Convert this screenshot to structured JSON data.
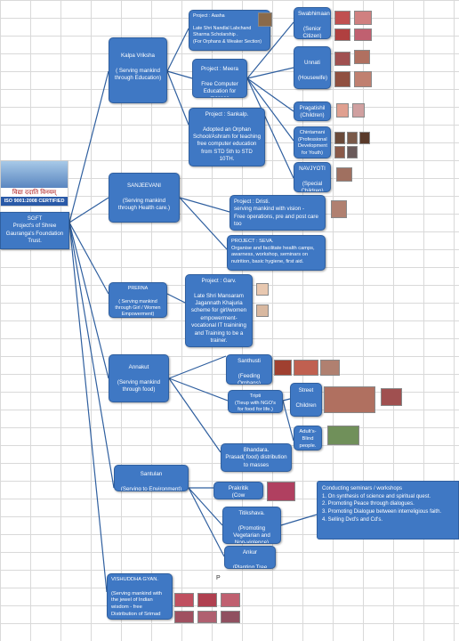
{
  "root": {
    "logo_tagline": "विद्या ददाति विनयम्",
    "logo_iso": "ISO 9001:2008 CERTIFIED",
    "title": "SGFT\nProject's of Shree Gauranga's Foundation Trust."
  },
  "branches": {
    "kalpa": "Kalpa Vriksha\n\n( Serving mankind through Education)",
    "sanjeevani": "SANJEEVANI\n\n(Serving mankind through Health care.)",
    "prerna": "PRERNA\n\n( Serving mankind through Girl / Women Empowerment)",
    "annakut": "Annakut\n\n(Serving mankind through food)",
    "santulan": "Santulan\n\n(Serving to Environment)",
    "vishuddha": "VISHUDDHA GYAN.\n\n(Serving  mankind with the jewel  of Indian wisdom - free Distribution of Srimad Bhagvad Gita. )"
  },
  "projects": {
    "aasha": "Project : Aasha\n\nLate Shri Nandlal Labchand Sharma Scholarship .\n(For Orphans & Weaker Section)",
    "meera": "Project : Meera\n\nFree Computer Education  for masses",
    "sankalp": "Project : Sankalp.\n\nAdopted  an Orphan School/Ashram for teaching free computer education from STD 5th to STD 10TH.",
    "dristi": "Project : Dristi.\nserving mankind with vision -\nFree operations, pre and post care too",
    "seva": "PROJECT : SEVA.\nOrganise and facilitate health camps, awarness, workshop, seminars on nutrition, basic hygiene, first  aid.",
    "garv": "Project : Garv.\n\nLate Shri Mansaram Jagannath Khajuria scheme  for girl/women empowerment-vocational  IT trainining and  Training to be a trainer.",
    "santhushti": "Santhusti\n\n(Feeding Orphans)",
    "tripti": "Tripti\n(Tieup with NGO's for food for life.)",
    "bhandara": "Bhandara.\nPrasad( food) distribution to  masses",
    "prakritik": "Prakritik\n(Cow Protection)",
    "titikshava": "Titikshava.\n\n(Promoting Vegetarian and Non-violence)",
    "ankur": "Ankur\n\n(Planting Tree Sapling)"
  },
  "sub_nodes": {
    "swabhimaan": "Swabhimaan\n\n(Senior Citizen)",
    "unnati": "Unnati\n\n(Housewife)",
    "pragatishil": "Pragatishil\n(Children)",
    "chintamani": "Chintamani\n(Professional Development for Youth)",
    "navjyoti": "NAVJYOTI\n\n(Special Children)",
    "street": "Street\n\nChildren",
    "adults": "Adult's-\nBlind people."
  },
  "seminar_panel": "Conducting seminars / workshops\n1. On synthesis of science  and spiritual quest.\n2. Promoting  Peace through dialogues.\n3. Promoting Dialogue between interreligious faith.\n4. Selling Dvd's and Cd's.",
  "stray_text": "P"
}
